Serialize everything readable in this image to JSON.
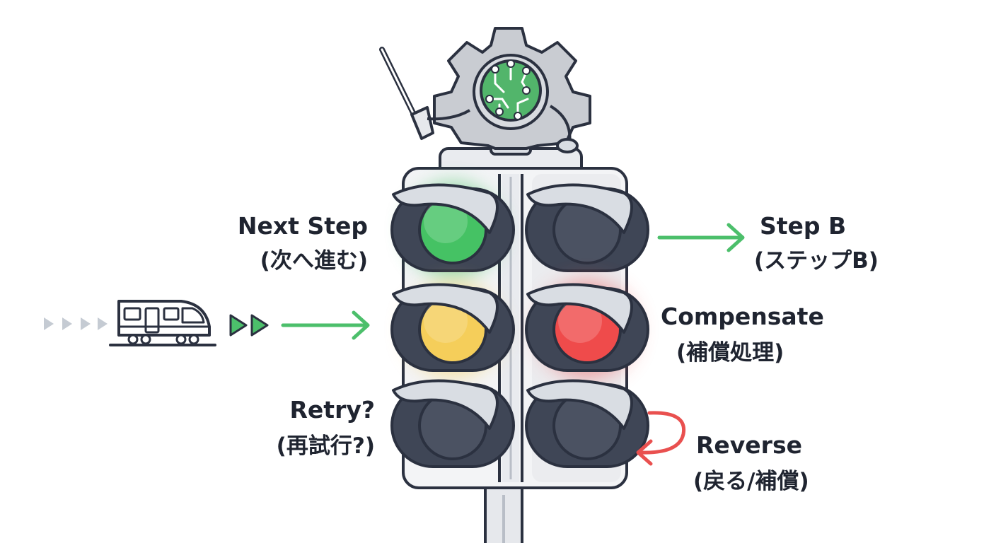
{
  "colors": {
    "outline": "#2b3140",
    "housing": "#f3f4f6",
    "housing_shade": "#d9dde3",
    "lamp_off": "#4b5262",
    "green": "#45c264",
    "yellow": "#f5ce5a",
    "red": "#ef4b4b",
    "arrow_green": "#4cbf6b",
    "arrow_red": "#e9504f",
    "gear": "#c9ccd2",
    "chip": "#52b56b",
    "chevron_grey": "#c5cbd3"
  },
  "icons": {
    "train": "train-icon",
    "gear": "gear-icon",
    "chip": "circuit-chip-icon",
    "wand": "pointer-wand-icon"
  },
  "lights": {
    "left": [
      "green",
      "yellow",
      "off"
    ],
    "right": [
      "off",
      "red",
      "off"
    ]
  },
  "labels": {
    "next_step": {
      "en": "Next Step",
      "ja": "(次へ進む)"
    },
    "retry": {
      "en": "Retry?",
      "ja": "(再試行?)"
    },
    "step_b": {
      "en": "Step B",
      "ja": "(ステップB)"
    },
    "compensate": {
      "en": "Compensate",
      "ja": "(補償処理)"
    },
    "reverse": {
      "en": "Reverse",
      "ja": "(戻る/補償)"
    }
  }
}
